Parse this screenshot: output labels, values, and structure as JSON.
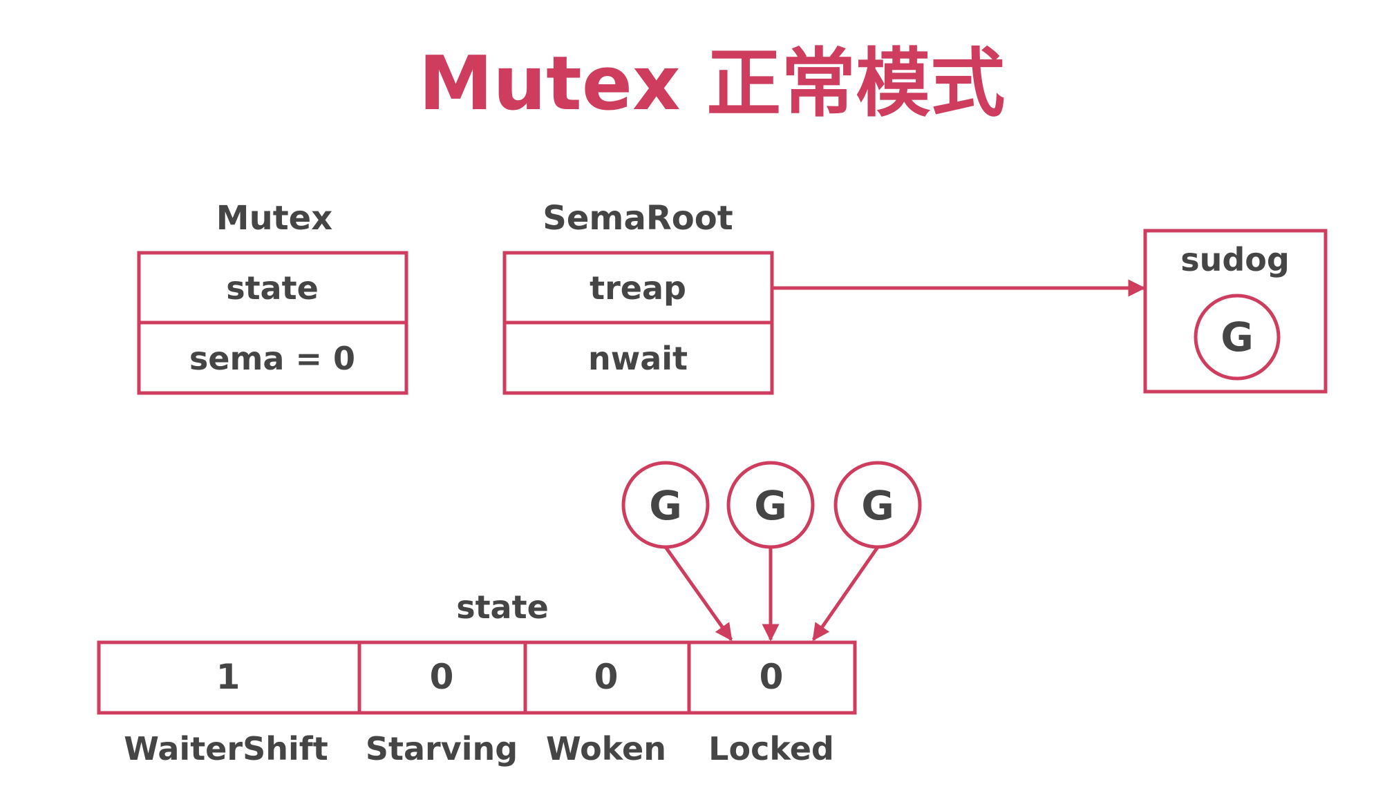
{
  "title": "Mutex 正常模式",
  "colors": {
    "accent": "#cf3d5e",
    "text": "#454545",
    "background": "#ffffff"
  },
  "mutex": {
    "label": "Mutex",
    "fields": [
      "state",
      "sema = 0"
    ]
  },
  "semaroot": {
    "label": "SemaRoot",
    "fields": [
      "treap",
      "nwait"
    ]
  },
  "sudog": {
    "label": "sudog",
    "goroutine": "G"
  },
  "waiting_goroutines": [
    "G",
    "G",
    "G"
  ],
  "state_bits": {
    "label": "state",
    "cells": [
      {
        "value": "1",
        "name": "WaiterShift"
      },
      {
        "value": "0",
        "name": "Starving"
      },
      {
        "value": "0",
        "name": "Woken"
      },
      {
        "value": "0",
        "name": "Locked"
      }
    ]
  }
}
